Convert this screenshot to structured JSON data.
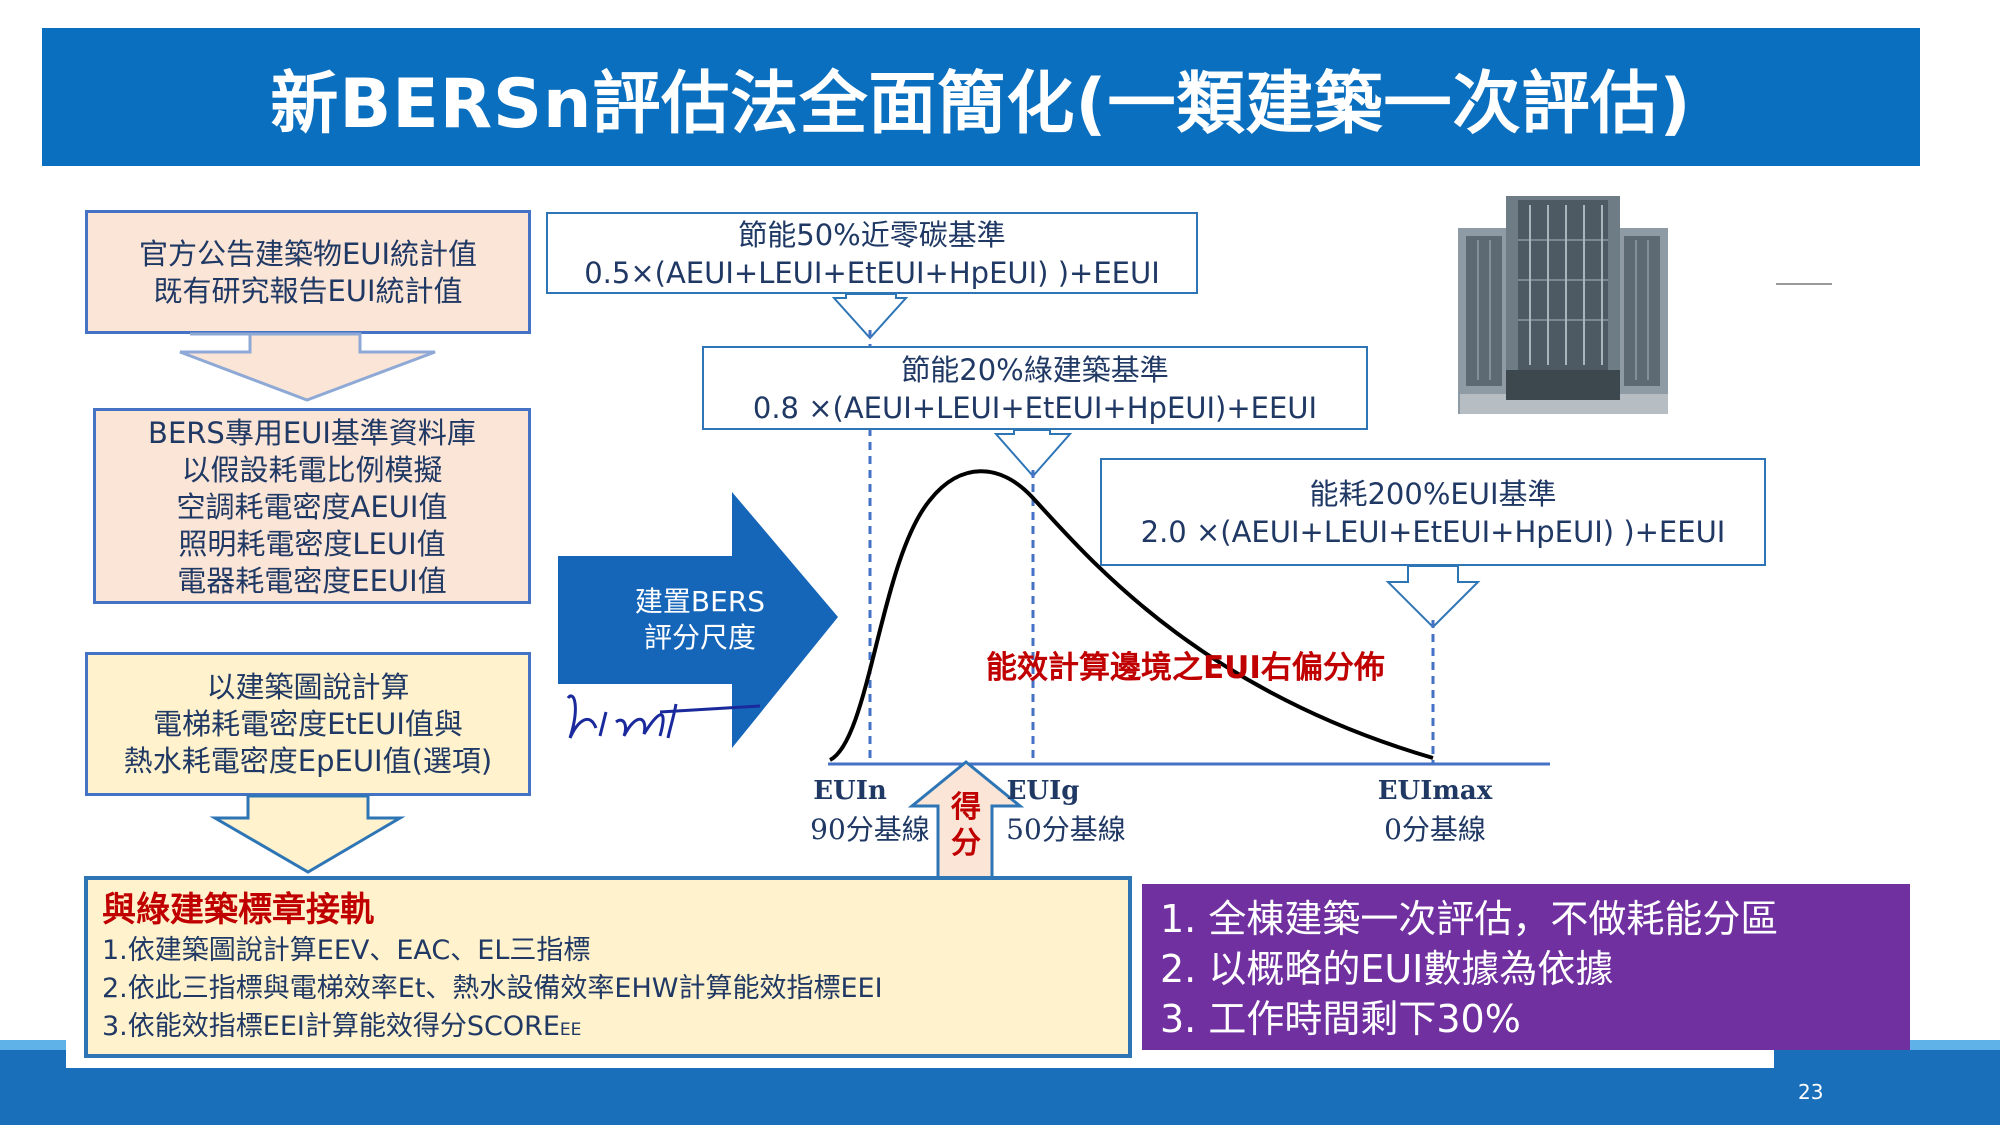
{
  "title": "新BERSn評估法全面簡化(一類建築一次評估)",
  "left_boxes": {
    "official": [
      "官方公告建築物EUI統計值",
      "既有研究報告EUI統計值"
    ],
    "database": [
      "BERS專用EUI基準資料庫",
      "以假設耗電比例模擬",
      "空調耗電密度AEUI值",
      "照明耗電密度LEUI值",
      "電器耗電密度EEUI值"
    ],
    "calc": [
      "以建築圖說計算",
      "電梯耗電密度EtEUI值與",
      "熱水耗電密度EpEUI值(選項)"
    ]
  },
  "arrow_label": [
    "建置BERS",
    "評分尺度"
  ],
  "formulas": {
    "f50": [
      "節能50%近零碳基準",
      "0.5×(AEUI+LEUI+EtEUI+HpEUI) )+EEUI"
    ],
    "f20": [
      "節能20%綠建築基準",
      "0.8 ×(AEUI+LEUI+EtEUI+HpEUI)+EEUI"
    ],
    "f200": [
      "能耗200%EUI基準",
      "2.0 ×(AEUI+LEUI+EtEUI+HpEUI) )+EEUI"
    ]
  },
  "curve_caption": "能效計算邊境之EUI右偏分佈",
  "axis_labels": {
    "euin": [
      "EUIn",
      "90分基線"
    ],
    "euig": [
      "EUIg",
      "50分基線"
    ],
    "euimax": [
      "EUImax",
      "0分基線"
    ]
  },
  "score_arrow_label": [
    "得",
    "分"
  ],
  "green_box": {
    "heading": "與綠建築標章接軌",
    "items": [
      "1.依建築圖說計算EEV、EAC、EL三指標",
      "2.依此三指標與電梯效率Et、熱水設備效率EHW計算能效指標EEI",
      "3.依能效指標EEI計算能效得分SCORE"
    ],
    "item3_subscript": "EE"
  },
  "summary": [
    "1.  全棟建築一次評估，不做耗能分區",
    "2.  以概略的EUI數據為依據",
    "3.  工作時間剩下30%"
  ],
  "page_number": "23",
  "signature": "linht",
  "colors": {
    "title_bg": "#0a6fbf",
    "purple": "#7030a0",
    "accent_red": "#c00000",
    "navy": "#1f3864"
  }
}
